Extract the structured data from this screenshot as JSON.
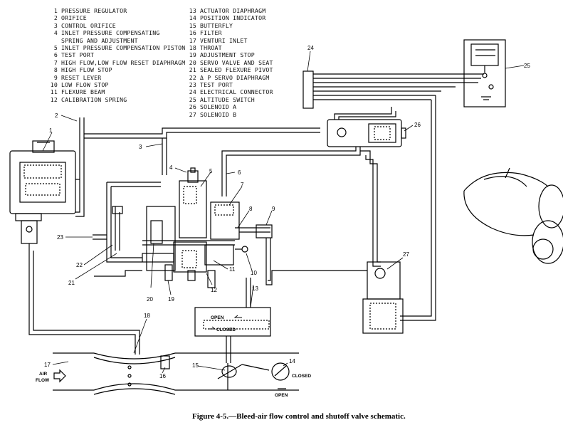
{
  "legend_left": [
    {
      "num": "1",
      "text": "PRESSURE REGULATOR"
    },
    {
      "num": "2",
      "text": "ORIFICE"
    },
    {
      "num": "3",
      "text": "CONTROL ORIFICE"
    },
    {
      "num": "4",
      "text": "INLET PRESSURE COMPENSATING",
      "cont": "SPRING AND ADJUSTMENT"
    },
    {
      "num": "5",
      "text": "INLET PRESSURE COMPENSATION PISTON"
    },
    {
      "num": "6",
      "text": "TEST PORT"
    },
    {
      "num": "7",
      "text": "HIGH FLOW,LOW FLOW RESET DIAPHRAGM"
    },
    {
      "num": "8",
      "text": "HIGH FLOW STOP"
    },
    {
      "num": "9",
      "text": "RESET LEVER"
    },
    {
      "num": "10",
      "text": "LOW FLOW STOP"
    },
    {
      "num": "11",
      "text": "FLEXURE BEAM"
    },
    {
      "num": "12",
      "text": "CALIBRATION SPRING"
    }
  ],
  "legend_right": [
    {
      "num": "13",
      "text": "ACTUATOR DIAPHRAGM"
    },
    {
      "num": "14",
      "text": "POSITION INDICATOR"
    },
    {
      "num": "15",
      "text": "BUTTERFLY"
    },
    {
      "num": "16",
      "text": "FILTER"
    },
    {
      "num": "17",
      "text": "VENTURI INLET"
    },
    {
      "num": "18",
      "text": "THROAT"
    },
    {
      "num": "19",
      "text": "ADJUSTMENT STOP"
    },
    {
      "num": "20",
      "text": "SERVO VALVE AND SEAT"
    },
    {
      "num": "21",
      "text": "SEALED FLEXURE PIVOT"
    },
    {
      "num": "22",
      "text": "Δ P SERVO DIAPHRAGM"
    },
    {
      "num": "23",
      "text": "TEST PORT"
    },
    {
      "num": "24",
      "text": "ELECTRICAL CONNECTOR"
    },
    {
      "num": "25",
      "text": "ALTITUDE SWITCH"
    },
    {
      "num": "26",
      "text": "SOLENOID  A"
    },
    {
      "num": "27",
      "text": "SOLENOID  B"
    }
  ],
  "callouts": {
    "c1": "1",
    "c2": "2",
    "c3": "3",
    "c4": "4",
    "c5": "5",
    "c6": "6",
    "c7": "7",
    "c8": "8",
    "c9": "9",
    "c10": "10",
    "c11": "11",
    "c12": "12",
    "c13": "13",
    "c14": "14",
    "c15": "15",
    "c16": "16",
    "c17": "17",
    "c18": "18",
    "c19": "19",
    "c20": "20",
    "c21": "21",
    "c22": "22",
    "c23": "23",
    "c24": "24",
    "c25": "25",
    "c26": "26",
    "c27": "27"
  },
  "labels": {
    "open": "OPEN",
    "closed": "CLOSED",
    "closed_right": "CLOSED",
    "open_bottom": "OPEN",
    "air": "AIR",
    "flow": "FLOW"
  },
  "caption": "Figure 4-5.—Bleed-air flow control and shutoff valve schematic."
}
